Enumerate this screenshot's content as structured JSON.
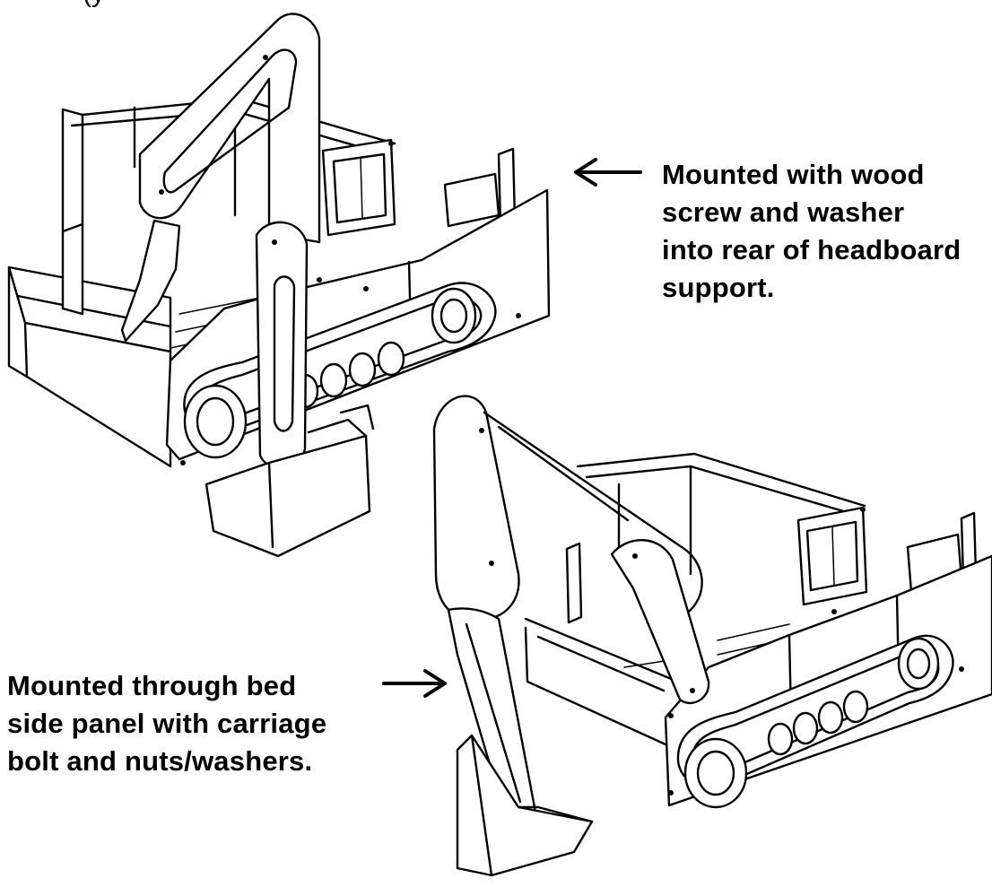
{
  "page": {
    "header_fragment": "(y"
  },
  "annotations": {
    "top": {
      "lines": [
        "Mounted with wood",
        "screw and washer",
        "into rear of headboard",
        "support."
      ]
    },
    "bottom": {
      "lines": [
        "Mounted through bed",
        "side panel with carriage",
        "bolt and nuts/washers."
      ]
    }
  },
  "colors": {
    "ink": "#000000",
    "paper": "#ffffff"
  }
}
